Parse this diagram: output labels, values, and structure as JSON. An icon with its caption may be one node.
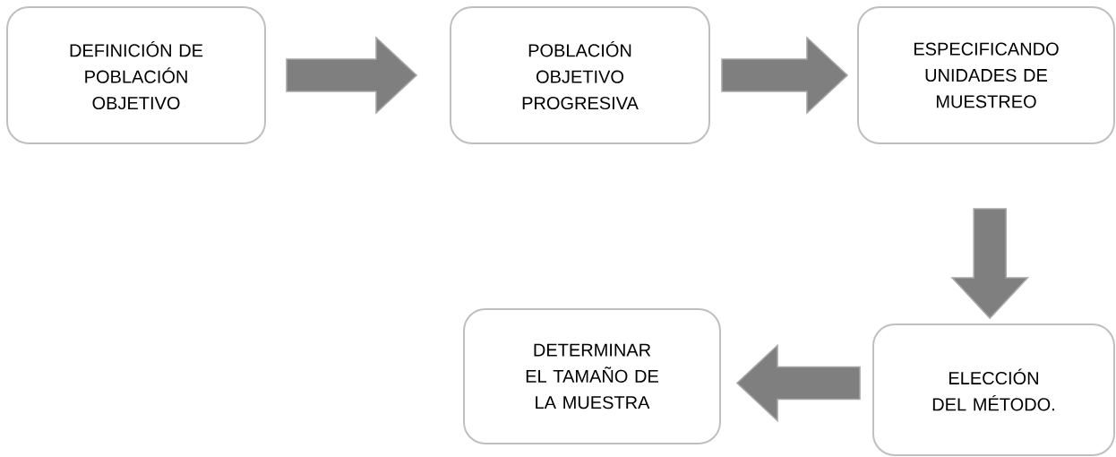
{
  "diagram": {
    "nodes": [
      {
        "text": [
          "DEFINICIÓN DE POBLACIÓN OBJETIVO"
        ]
      },
      {
        "text": [
          "POBLACIÓN OBJETIVO PROGRESIVA"
        ]
      },
      {
        "text": [
          "ESPECIFICANDO UNIDADES DE MUESTREO"
        ]
      },
      {
        "text": [
          "ELECCIÓN DEL MÉTODO."
        ]
      },
      {
        "text": [
          "DETERMINAR EL TAMAÑO DE LA MUESTRA"
        ]
      }
    ],
    "edges": [
      {
        "from": 0,
        "to": 1,
        "arrow": "to"
      },
      {
        "from": 1,
        "to": 2,
        "arrow": "to"
      },
      {
        "from": 2,
        "to": 3,
        "arrow": "to"
      },
      {
        "from": 3,
        "to": 4,
        "arrow": "to"
      }
    ]
  }
}
